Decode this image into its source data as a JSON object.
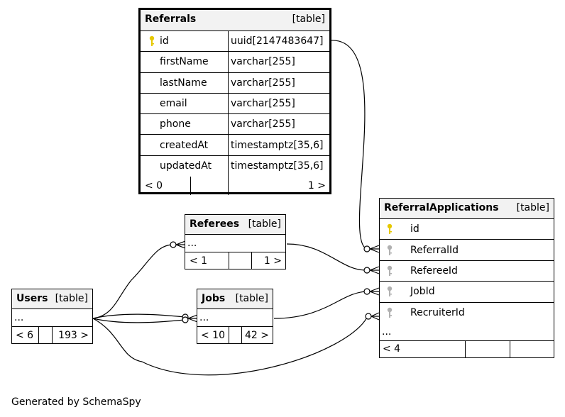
{
  "tables": {
    "referrals": {
      "name": "Referrals",
      "kind": "[table]",
      "columns": [
        {
          "name": "id",
          "type": "uuid[2147483647]",
          "key": "primary"
        },
        {
          "name": "firstName",
          "type": "varchar[255]"
        },
        {
          "name": "lastName",
          "type": "varchar[255]"
        },
        {
          "name": "email",
          "type": "varchar[255]"
        },
        {
          "name": "phone",
          "type": "varchar[255]"
        },
        {
          "name": "createdAt",
          "type": "timestamptz[35,6]"
        },
        {
          "name": "updatedAt",
          "type": "timestamptz[35,6]"
        }
      ],
      "footer_left": "< 0",
      "footer_right": "1 >"
    },
    "referees": {
      "name": "Referees",
      "kind": "[table]",
      "ellipsis": "...",
      "footer_left": "< 1",
      "footer_right": "1 >"
    },
    "users": {
      "name": "Users",
      "kind": "[table]",
      "ellipsis": "...",
      "footer_left": "< 6",
      "footer_right": "193 >"
    },
    "jobs": {
      "name": "Jobs",
      "kind": "[table]",
      "ellipsis": "...",
      "footer_left": "< 10",
      "footer_right": "42 >"
    },
    "referral_applications": {
      "name": "ReferralApplications",
      "kind": "[table]",
      "columns": [
        {
          "name": "id",
          "key": "primary"
        },
        {
          "name": "ReferralId",
          "key": "foreign"
        },
        {
          "name": "RefereeId",
          "key": "foreign"
        },
        {
          "name": "JobId",
          "key": "foreign"
        },
        {
          "name": "RecruiterId",
          "key": "foreign"
        }
      ],
      "ellipsis": "...",
      "footer_left": "< 4"
    }
  },
  "footer_text": "Generated by SchemaSpy",
  "colors": {
    "primary_key": "#e6c800",
    "foreign_key": "#b0b0b0",
    "header_bg": "#f2f2f2"
  }
}
